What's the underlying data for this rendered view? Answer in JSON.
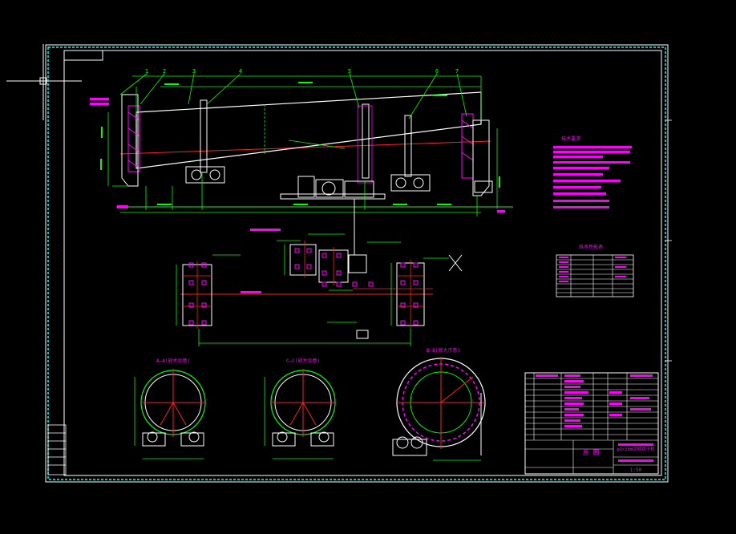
{
  "drawing": {
    "balloons": [
      "1",
      "2",
      "3",
      "4",
      "5",
      "6",
      "7"
    ],
    "section_titles": [
      "A—A(放大示意)",
      "C—C(放大示意)",
      "B—B(放大示意)"
    ],
    "tech_title": "技术要求",
    "param_title": "技术性能表",
    "title_block": {
      "part_name": "总 图",
      "product": "φ3x28m回转烘干机",
      "scale": "1:50"
    },
    "colors": {
      "background": "#000000",
      "frame": "#00ffff",
      "green": "#00ff00",
      "white": "#ffffff",
      "magenta": "#ff00ff",
      "red": "#ff2020",
      "yellow": "#ffff00"
    }
  }
}
